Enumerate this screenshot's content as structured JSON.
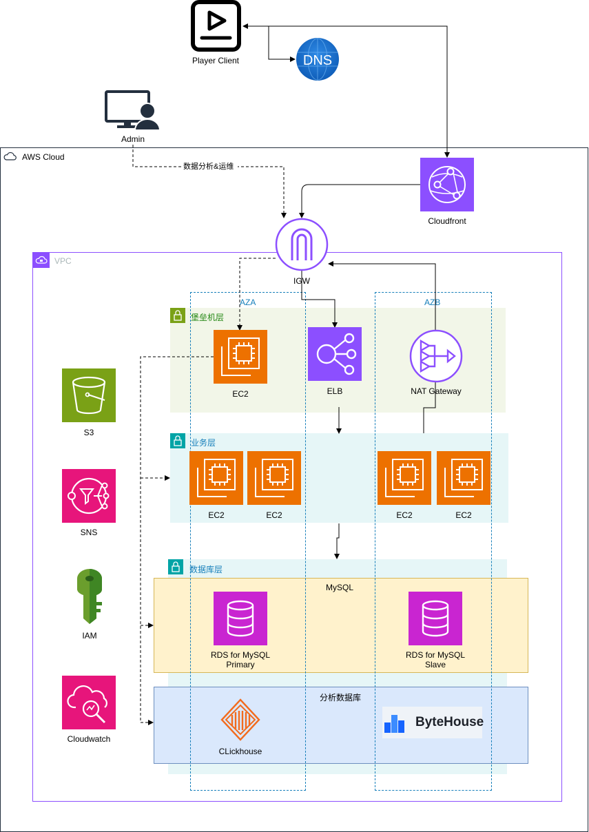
{
  "nodes": {
    "player_client": "Player Client",
    "dns": "DNS",
    "admin": "Admin",
    "cloudfront": "Cloudfront",
    "igw": "IGW",
    "ec2_bastion": "EC2",
    "elb": "ELB",
    "nat": "NAT Gateway",
    "ec2_biz_1": "EC2",
    "ec2_biz_2": "EC2",
    "ec2_biz_3": "EC2",
    "ec2_biz_4": "EC2",
    "s3": "S3",
    "sns": "SNS",
    "iam": "IAM",
    "cloudwatch": "Cloudwatch",
    "rds_primary": "RDS for MySQL\nPrimary",
    "rds_slave": "RDS for MySQL\nSlave",
    "clickhouse": "CLickhouse",
    "bytehouse": "ByteHouse"
  },
  "groups": {
    "aws_cloud": "AWS Cloud",
    "vpc": "VPC",
    "aza": "AZA",
    "azb": "AZB",
    "bastion_layer": "堡垒机层",
    "business_layer": "业务层",
    "database_layer": "数据库层",
    "mysql": "MySQL",
    "analytics_db": "分析数据库"
  },
  "edges": {
    "admin_label": "数据分析&运维"
  },
  "colors": {
    "compute_orange": "#ED7100",
    "network_purple": "#8C4FFF",
    "storage_green": "#7AA116",
    "integration_pink": "#E7157B",
    "database_magenta": "#C925D1",
    "iam_green": "#3F8624",
    "az_blue": "#147EBA",
    "vpc_border": "#8C4FFF",
    "bastion_fill": "#F2F6E8",
    "business_fill": "#E6F6F7",
    "mysql_fill": "#FFF2CC",
    "mysql_border": "#D6B656",
    "analytics_fill": "#DAE8FC",
    "analytics_border": "#6C8EBF"
  }
}
